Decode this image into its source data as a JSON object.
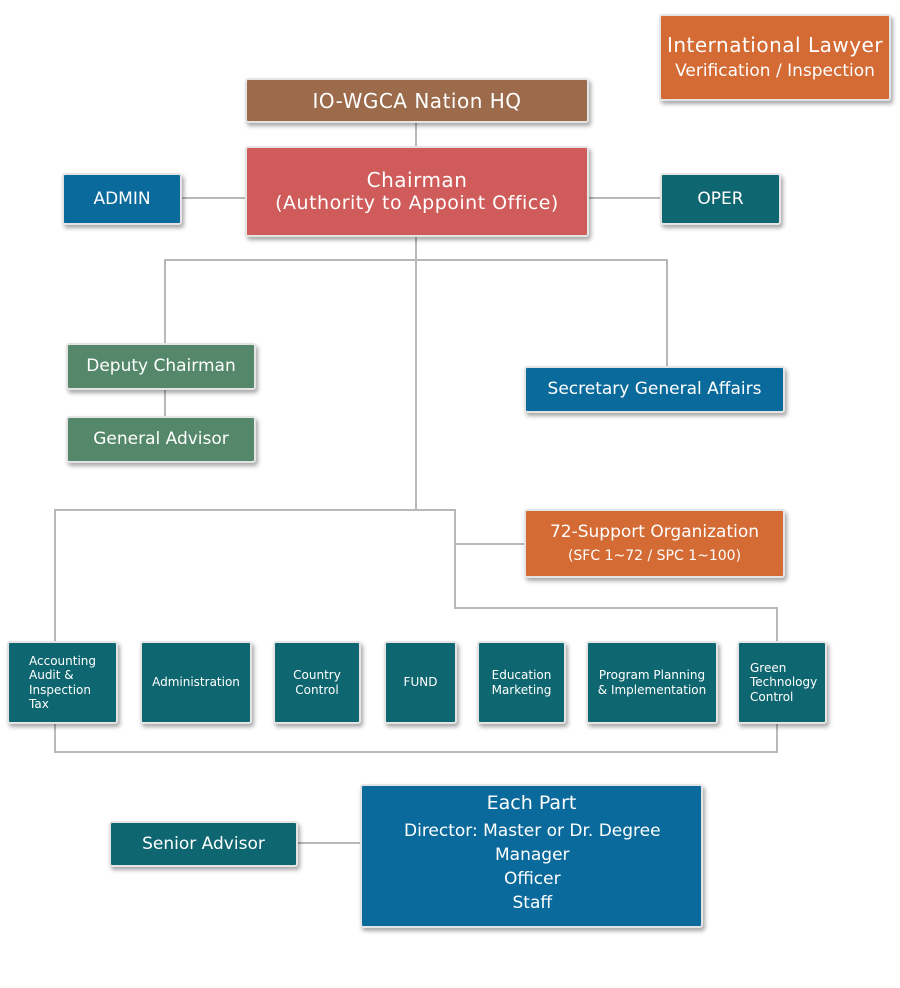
{
  "lawyer": {
    "line1": "International Lawyer",
    "line2": "Verification / Inspection"
  },
  "hq": {
    "label": "IO-WGCA Nation HQ"
  },
  "chairman": {
    "line1": "Chairman",
    "line2": "(Authority to Appoint Office)"
  },
  "admin": {
    "label": "ADMIN"
  },
  "oper": {
    "label": "OPER"
  },
  "deputy": {
    "label": "Deputy Chairman"
  },
  "general_advisor": {
    "label": "General Advisor"
  },
  "secretary": {
    "label": "Secretary General Affairs"
  },
  "support": {
    "line1": "72-Support Organization",
    "line2": "(SFC 1~72 / SPC 1~100)"
  },
  "departments": {
    "accounting": [
      "Accounting",
      "Audit &",
      "Inspection",
      "Tax"
    ],
    "administration": "Administration",
    "country": [
      "Country",
      "Control"
    ],
    "fund": "FUND",
    "education": [
      "Education",
      "Marketing"
    ],
    "program": [
      "Program Planning",
      "& Implementation"
    ],
    "green": [
      "Green",
      "Technology",
      "Control"
    ]
  },
  "senior_advisor": {
    "label": "Senior Advisor"
  },
  "each_part": {
    "title": "Each Part",
    "items": [
      "Director: Master or Dr. Degree",
      "Manager",
      "Officer",
      "Staff"
    ]
  },
  "colors": {
    "brown": "#9c6b4c",
    "red": "#cf5c5a",
    "blue": "#0a6a9c",
    "teal": "#0e6670",
    "green": "#55886a",
    "orange": "#d46a34",
    "connector": "#b8b8b8"
  }
}
